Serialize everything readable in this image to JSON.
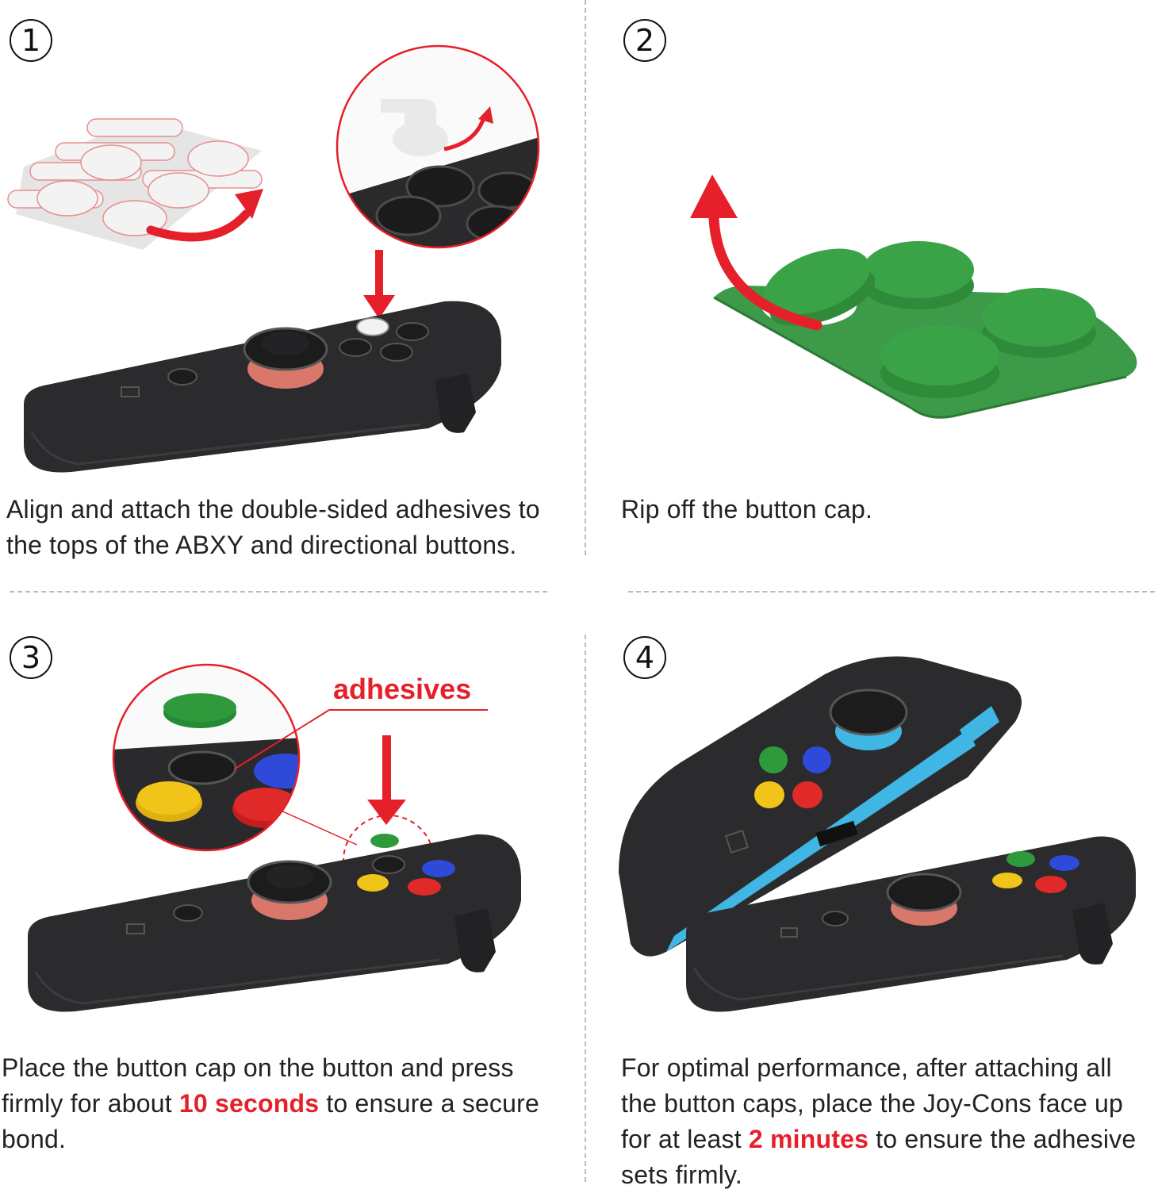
{
  "steps": [
    {
      "number": "1",
      "caption": "Align and attach the double-sided adhesives to the tops of the ABXY  and directional buttons."
    },
    {
      "number": "2",
      "caption": "Rip off the button cap."
    },
    {
      "number": "3",
      "caption_parts": [
        "Place the button cap on the button and press firmly for about ",
        "10 seconds",
        " to ensure a secure bond."
      ],
      "label": "adhesives"
    },
    {
      "number": "4",
      "caption_parts": [
        "For optimal performance, after attaching all the button caps, place the Joy-Cons face up for at least ",
        "2 minutes",
        " to ensure the adhesive sets firmly."
      ]
    }
  ],
  "colors": {
    "accent_red": "#e5202a",
    "controller_body": "#2b2b2d",
    "cap_green": "#2e9a3c",
    "cap_blue": "#2f49d8",
    "cap_yellow": "#f0c419",
    "cap_red": "#e02a2a",
    "rail_cyan": "#3fb6e4",
    "stick_ring": "#d9776b"
  },
  "icons": [
    "step-circle-icon",
    "curved-arrow-icon",
    "down-arrow-icon",
    "zoom-circle-icon"
  ]
}
